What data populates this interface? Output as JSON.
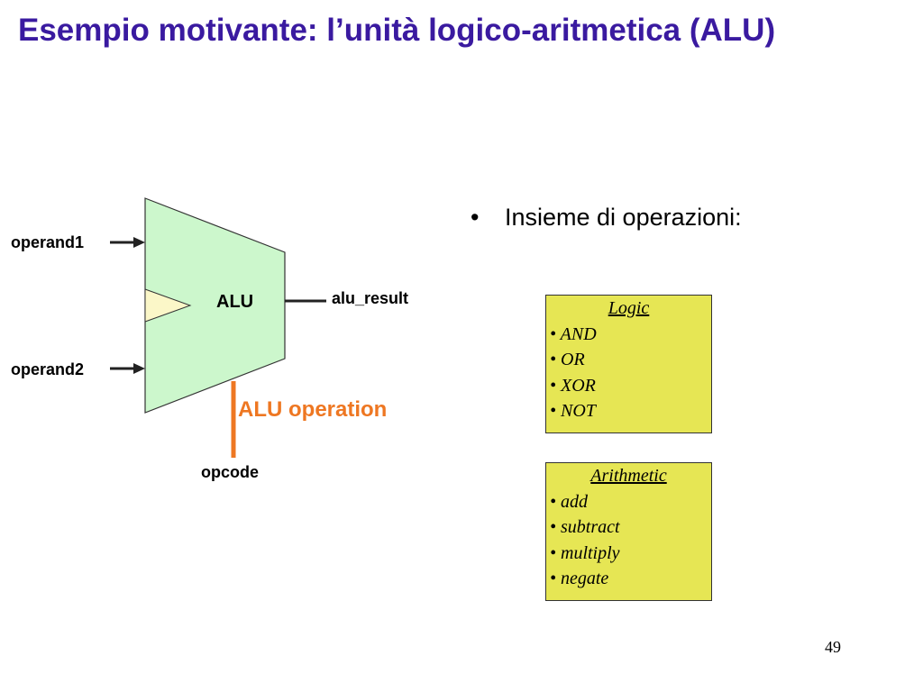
{
  "slide": {
    "title": "Esempio motivante: l’unità logico-aritmetica (ALU)",
    "page_number": "49"
  },
  "diagram": {
    "alu_label": "ALU",
    "input1": "operand1",
    "input2": "operand2",
    "output": "alu_result",
    "control_label": "ALU operation",
    "control_input": "opcode",
    "colors": {
      "alu_body": "#ccf7cc",
      "alu_notch": "#fbf7c8",
      "control_line": "#ee7722",
      "title": "#3a1aa0"
    }
  },
  "bullet": {
    "marker": "•",
    "text": "Insieme di operazioni:"
  },
  "logic_box": {
    "header": "Logic",
    "items": [
      "• AND",
      "• OR",
      "• XOR",
      "• NOT"
    ],
    "color": "#e6e654"
  },
  "arith_box": {
    "header": "Arithmetic",
    "items": [
      "• add",
      "• subtract",
      "• multiply",
      "• negate"
    ],
    "color": "#e6e654"
  }
}
